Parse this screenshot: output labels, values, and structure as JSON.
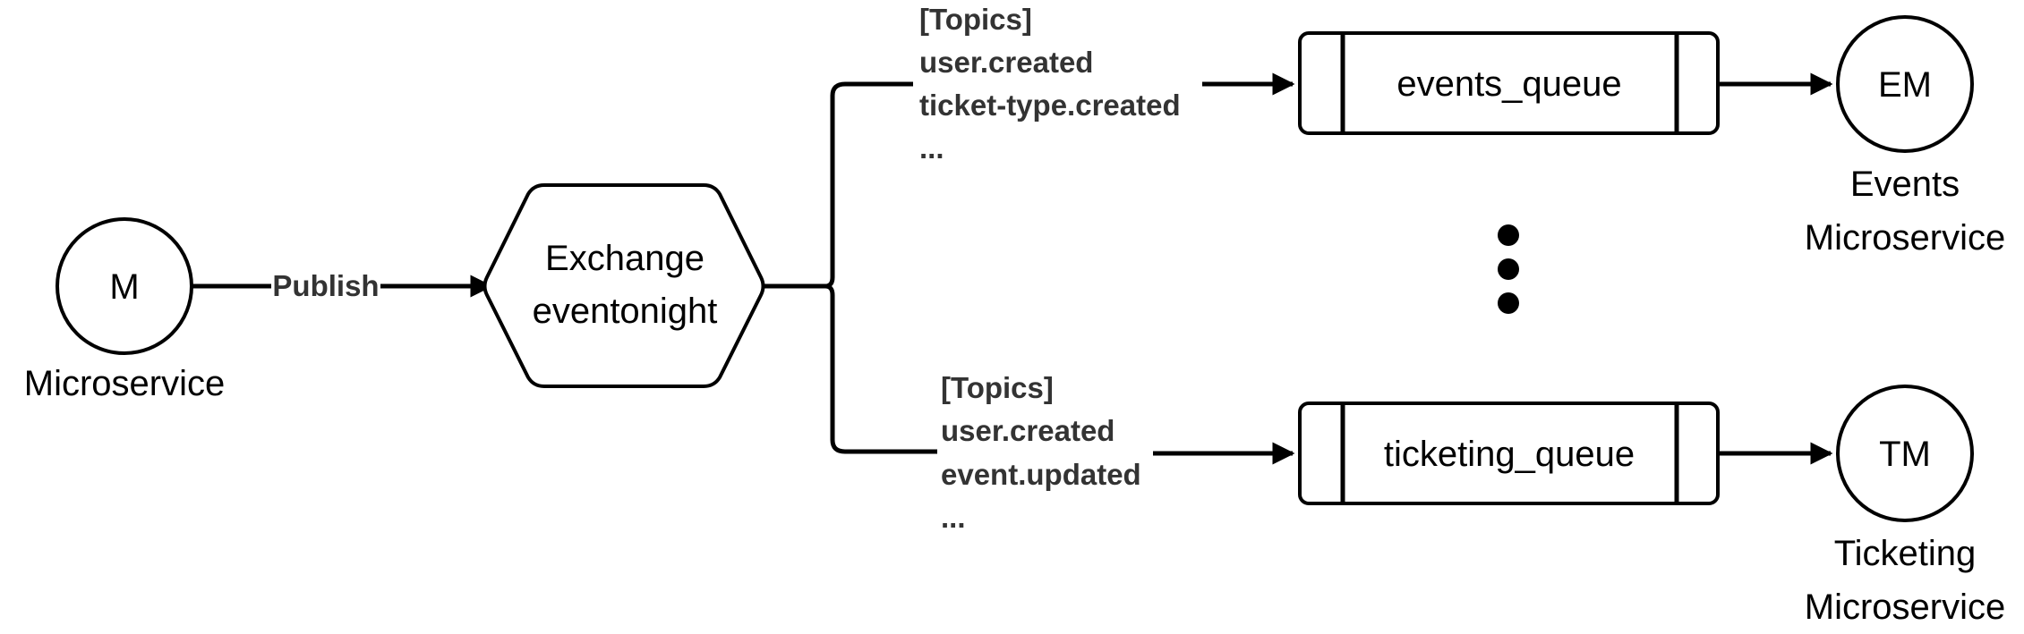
{
  "nodes": {
    "producer": {
      "short": "M",
      "caption": "Microservice"
    },
    "exchange": {
      "line1": "Exchange",
      "line2": "eventonight"
    },
    "events_queue": {
      "label": "events_queue"
    },
    "ticketing_queue": {
      "label": "ticketing_queue"
    },
    "events_consumer": {
      "short": "EM",
      "caption_line1": "Events",
      "caption_line2": "Microservice"
    },
    "ticketing_consumer": {
      "short": "TM",
      "caption_line1": "Ticketing",
      "caption_line2": "Microservice"
    }
  },
  "edges": {
    "publish_label": "Publish",
    "top_binding": {
      "header": "[Topics]",
      "topics": [
        "user.created",
        "ticket-type.created",
        "..."
      ]
    },
    "bottom_binding": {
      "header": "[Topics]",
      "topics": [
        "user.created",
        "event.updated",
        "..."
      ]
    }
  }
}
